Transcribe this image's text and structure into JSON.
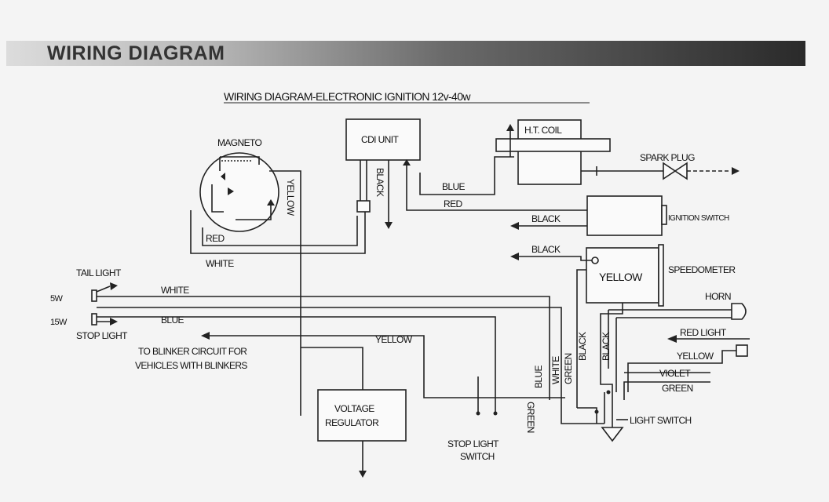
{
  "header": {
    "title": "WIRING DIAGRAM"
  },
  "diagram": {
    "title": "WIRING DIAGRAM-ELECTRONIC IGNITION 12v-40w",
    "components": {
      "magneto": "MAGNETO",
      "cdi_unit": "CDI UNIT",
      "ht_coil": "H.T. COIL",
      "spark_plug": "SPARK PLUG",
      "ignition_switch": "IGNITION SWITCH",
      "speedometer": "SPEEDOMETER",
      "horn": "HORN",
      "red_light": "RED LIGHT",
      "tail_light": "TAIL LIGHT",
      "tail_spec": "5W",
      "stop_spec": "15W",
      "stop_light": "STOP LIGHT",
      "blinker_note_1": "TO BLINKER CIRCUIT FOR",
      "blinker_note_2": "VEHICLES WITH BLINKERS",
      "voltage_regulator_1": "VOLTAGE",
      "voltage_regulator_2": "REGULATOR",
      "stop_light_switch_1": "STOP LIGHT",
      "stop_light_switch_2": "SWITCH",
      "light_switch": "LIGHT SWITCH"
    },
    "wires": {
      "yellow": "YELLOW",
      "red": "RED",
      "white": "WHITE",
      "black": "BLACK",
      "blue": "BLUE",
      "green": "GREEN",
      "violet": "VIOLET"
    }
  }
}
